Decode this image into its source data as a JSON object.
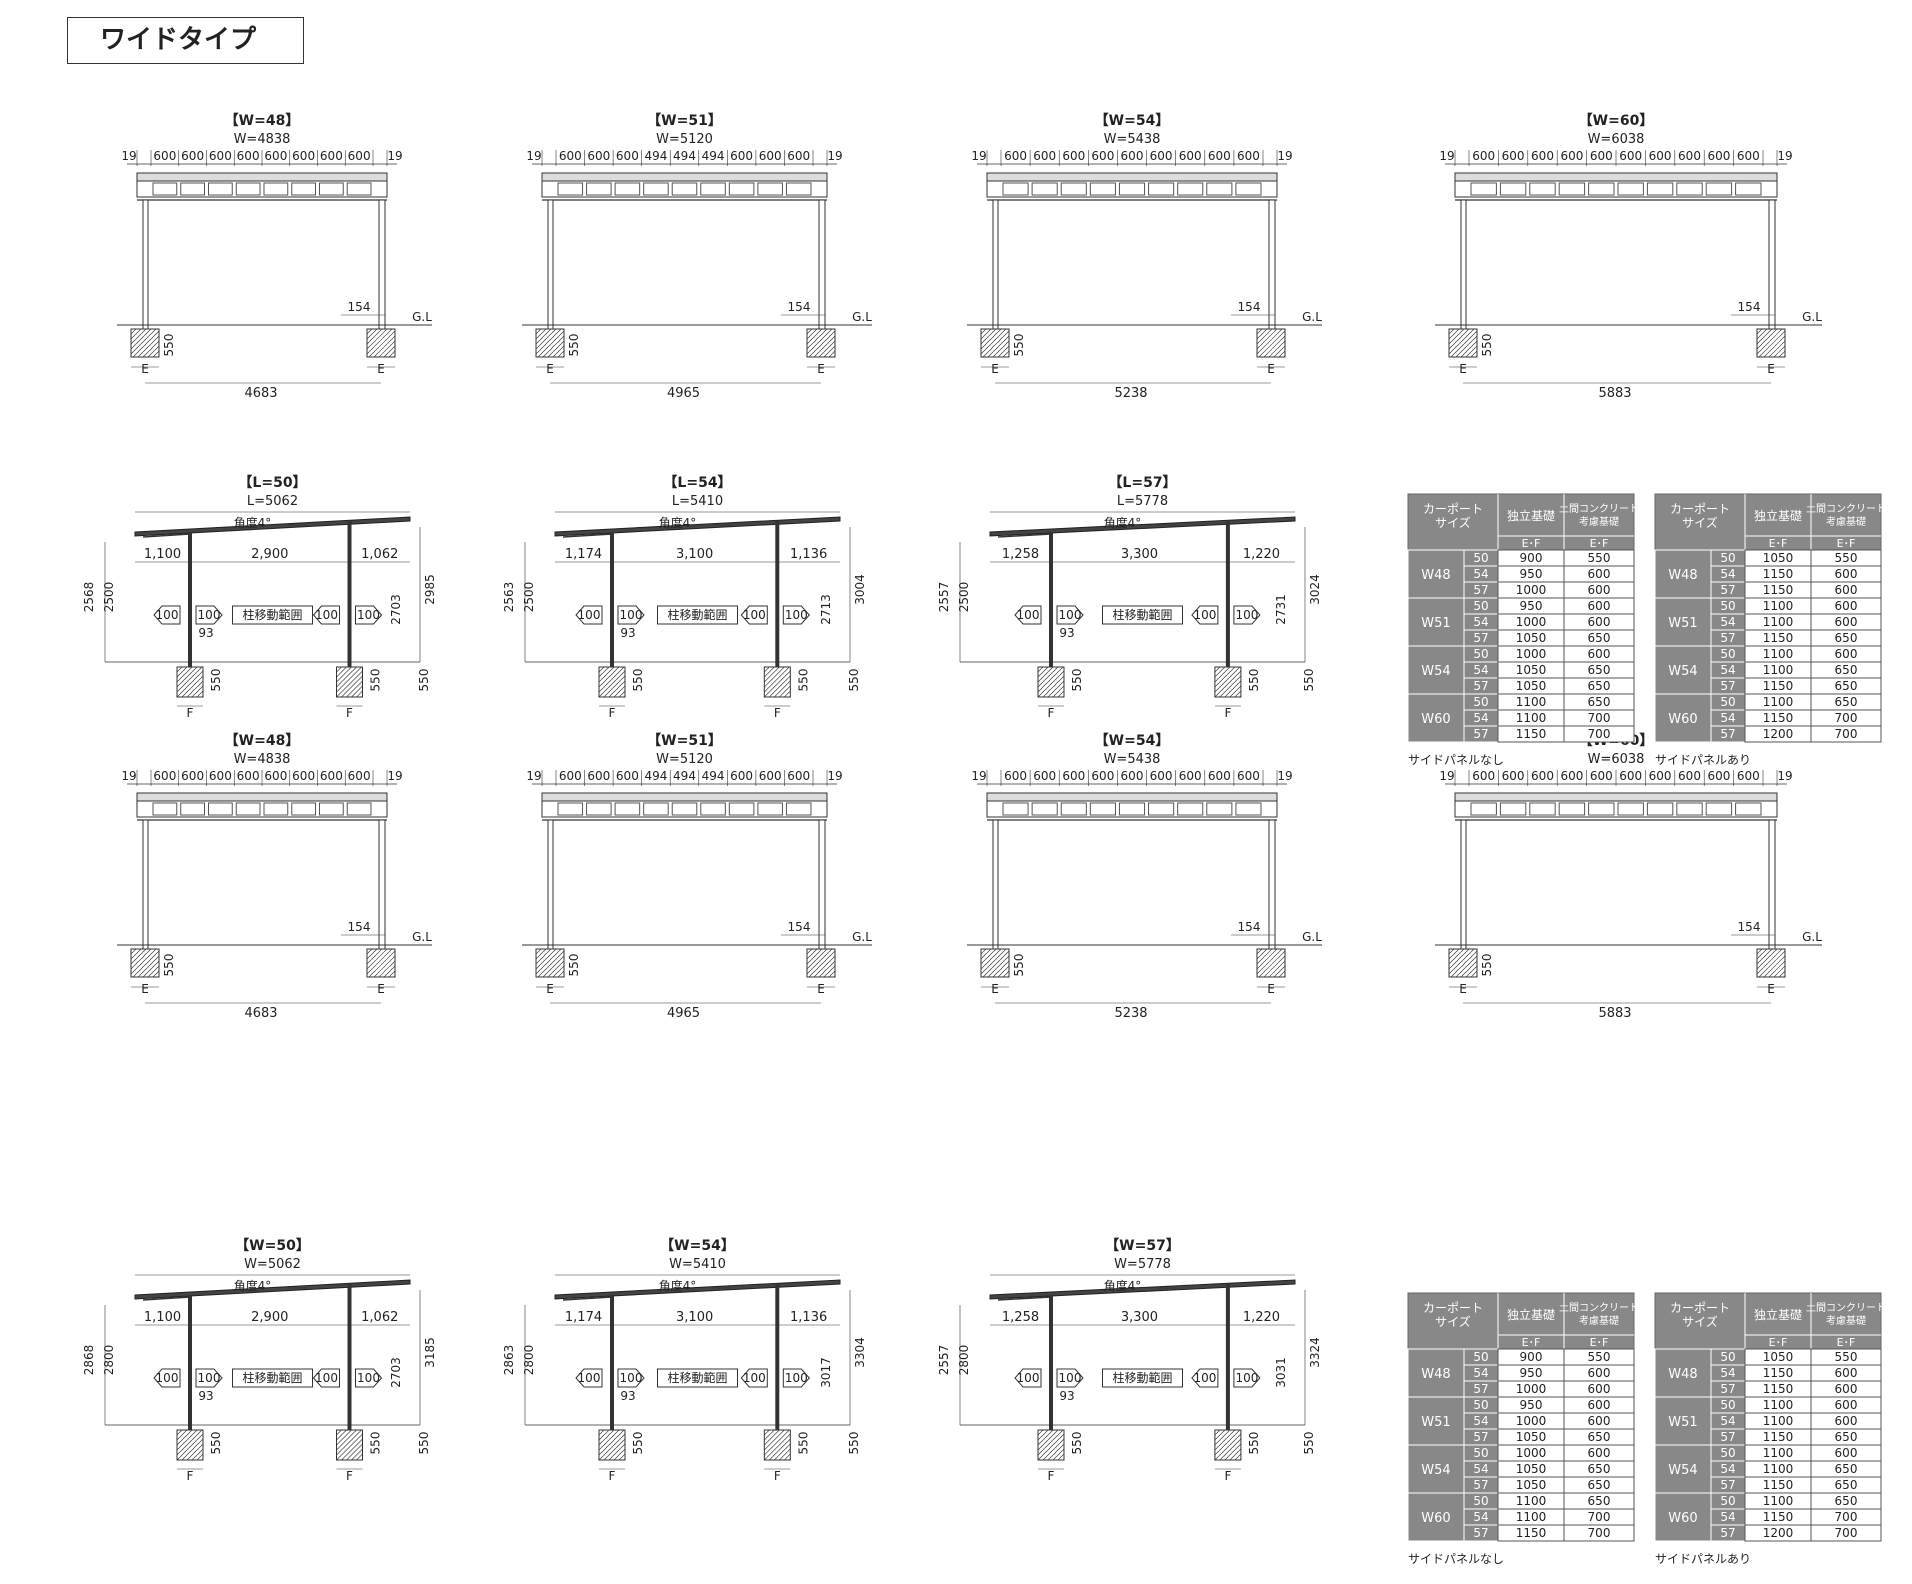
{
  "page": {
    "title": "ワイドタイプ"
  },
  "front_views": [
    {
      "name": "【W=48】",
      "total": "W=4838",
      "seg": [
        "19",
        "600",
        "600",
        "600",
        "600",
        "600",
        "600",
        "600",
        "600",
        "19"
      ],
      "post_offset": "154",
      "gl": "G.L",
      "foundation_depth": "550",
      "span": "4683",
      "foot_label": "E"
    },
    {
      "name": "【W=51】",
      "total": "W=5120",
      "seg": [
        "19",
        "600",
        "600",
        "600",
        "494",
        "494",
        "494",
        "600",
        "600",
        "600",
        "19"
      ],
      "post_offset": "154",
      "gl": "G.L",
      "foundation_depth": "550",
      "span": "4965",
      "foot_label": "E"
    },
    {
      "name": "【W=54】",
      "total": "W=5438",
      "seg": [
        "19",
        "600",
        "600",
        "600",
        "600",
        "600",
        "600",
        "600",
        "600",
        "600",
        "19"
      ],
      "post_offset": "154",
      "gl": "G.L",
      "foundation_depth": "550",
      "span": "5238",
      "foot_label": "E"
    },
    {
      "name": "【W=60】",
      "total": "W=6038",
      "seg": [
        "19",
        "600",
        "600",
        "600",
        "600",
        "600",
        "600",
        "600",
        "600",
        "600",
        "600",
        "19"
      ],
      "post_offset": "154",
      "gl": "G.L",
      "foundation_depth": "550",
      "span": "5883",
      "foot_label": "E"
    }
  ],
  "side_views_top": [
    {
      "name": "【L=50】",
      "total": "L=5062",
      "angle": "角度4°",
      "left": "1,100",
      "mid": "2,900",
      "right": "1,062",
      "h_front": "2568",
      "h_post": "2500",
      "h_rear": "2703",
      "h_top": "2985",
      "move": "柱移動範囲",
      "move_val": "100",
      "offset": "93",
      "depth": "550",
      "foot_label": "F"
    },
    {
      "name": "【L=54】",
      "total": "L=5410",
      "angle": "角度4°",
      "left": "1,174",
      "mid": "3,100",
      "right": "1,136",
      "h_front": "2563",
      "h_post": "2500",
      "h_rear": "2713",
      "h_top": "3004",
      "move": "柱移動範囲",
      "move_val": "100",
      "offset": "93",
      "depth": "550",
      "foot_label": "F"
    },
    {
      "name": "【L=57】",
      "total": "L=5778",
      "angle": "角度4°",
      "left": "1,258",
      "mid": "3,300",
      "right": "1,220",
      "h_front": "2557",
      "h_post": "2500",
      "h_rear": "2731",
      "h_top": "3024",
      "move": "柱移動範囲",
      "move_val": "100",
      "offset": "93",
      "depth": "550",
      "foot_label": "F"
    }
  ],
  "side_views_bottom": [
    {
      "name": "【W=50】",
      "total": "W=5062",
      "angle": "角度4°",
      "left": "1,100",
      "mid": "2,900",
      "right": "1,062",
      "h_front": "2868",
      "h_post": "2800",
      "h_rear": "2703",
      "h_top": "3185",
      "move": "柱移動範囲",
      "move_val": "100",
      "offset": "93",
      "depth": "550",
      "foot_label": "F"
    },
    {
      "name": "【W=54】",
      "total": "W=5410",
      "angle": "角度4°",
      "left": "1,174",
      "mid": "3,100",
      "right": "1,136",
      "h_front": "2863",
      "h_post": "2800",
      "h_rear": "3017",
      "h_top": "3304",
      "move": "柱移動範囲",
      "move_val": "100",
      "offset": "93",
      "depth": "550",
      "foot_label": "F"
    },
    {
      "name": "【W=57】",
      "total": "W=5778",
      "angle": "角度4°",
      "left": "1,258",
      "mid": "3,300",
      "right": "1,220",
      "h_front": "2557",
      "h_post": "2800",
      "h_rear": "3031",
      "h_top": "3324",
      "move": "柱移動範囲",
      "move_val": "100",
      "offset": "93",
      "depth": "550",
      "foot_label": "F"
    }
  ],
  "tables": {
    "headers": {
      "size": "カーポート\nサイズ",
      "ind": "独立基礎",
      "conc": "土間コンクリート\n考慮基礎",
      "ef": "E･F"
    },
    "groups": [
      "W48",
      "W51",
      "W54",
      "W60"
    ],
    "subs": [
      "50",
      "54",
      "57"
    ],
    "no_panel": {
      "caption": "サイドパネルなし",
      "rows": [
        [
          "900",
          "550"
        ],
        [
          "950",
          "600"
        ],
        [
          "1000",
          "600"
        ],
        [
          "950",
          "600"
        ],
        [
          "1000",
          "600"
        ],
        [
          "1050",
          "650"
        ],
        [
          "1000",
          "600"
        ],
        [
          "1050",
          "650"
        ],
        [
          "1050",
          "650"
        ],
        [
          "1100",
          "650"
        ],
        [
          "1100",
          "700"
        ],
        [
          "1150",
          "700"
        ]
      ]
    },
    "with_panel": {
      "caption": "サイドパネルあり",
      "rows": [
        [
          "1050",
          "550"
        ],
        [
          "1150",
          "600"
        ],
        [
          "1150",
          "600"
        ],
        [
          "1100",
          "600"
        ],
        [
          "1100",
          "600"
        ],
        [
          "1150",
          "650"
        ],
        [
          "1100",
          "600"
        ],
        [
          "1100",
          "650"
        ],
        [
          "1150",
          "650"
        ],
        [
          "1100",
          "650"
        ],
        [
          "1150",
          "700"
        ],
        [
          "1200",
          "700"
        ]
      ]
    }
  }
}
